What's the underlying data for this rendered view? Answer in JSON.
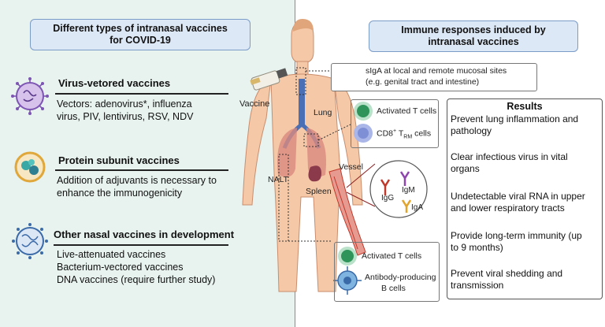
{
  "left": {
    "title_line1": "Different types of intranasal vaccines",
    "title_line2": "for COVID-19",
    "sections": [
      {
        "title": "Virus-vetored vaccines",
        "lines": [
          "Vectors: adenovirus*, influenza",
          "virus, PIV, lentivirus, RSV, NDV"
        ]
      },
      {
        "title": "Protein subunit vaccines",
        "lines": [
          "Addition of adjuvants is necessary to",
          "enhance the immunogenicity"
        ]
      },
      {
        "title": "Other nasal vaccines in development",
        "lines": [
          "Live-attenuated vaccines",
          "Bacterium-vectored vaccines",
          "DNA vaccines (require further study)"
        ]
      }
    ]
  },
  "right": {
    "title_line1": "Immune responses induced by",
    "title_line2": "intranasal vaccines",
    "siga_line1": "sIgA at local and remote mucosal sites",
    "siga_line2": "(e.g. genital tract and intestine)",
    "lung_cells": {
      "activated": "Activated T cells",
      "cd8_pre": "CD8",
      "cd8_sup": "+",
      "cd8_mid": " T",
      "cd8_sub": "RM",
      "cd8_post": " cells"
    },
    "spleen_cells": {
      "activated": "Activated T cells",
      "antibody_line1": "Antibody-producing",
      "antibody_line2": "B cells"
    },
    "antibodies": {
      "igg": "IgG",
      "igm": "IgM",
      "iga": "IgA"
    }
  },
  "body_labels": {
    "vaccine": "Vaccine",
    "lung": "Lung",
    "nalt": "NALT",
    "spleen": "Spleen",
    "vessel": "Vessel"
  },
  "results": {
    "title": "Results",
    "items": [
      {
        "l1": "Prevent  lung inflammation and",
        "l2": "pathology"
      },
      {
        "l1": "Clear  infectious virus in vital",
        "l2": "organs"
      },
      {
        "l1": "Undetectable viral RNA in upper",
        "l2": "and lower respiratory tracts"
      },
      {
        "l1": "Provide long-term immunity (up",
        "l2": "to 9 months)"
      },
      {
        "l1": "Prevent viral shedding and",
        "l2": "transmission"
      }
    ]
  },
  "colors": {
    "left_bg": "#e8f3ef",
    "title_box": "#dde8f6",
    "skin": "#f5c9a8",
    "trachea": "#4a6fb5",
    "lung": "#d98a7e",
    "vessel": "#c0392b"
  }
}
